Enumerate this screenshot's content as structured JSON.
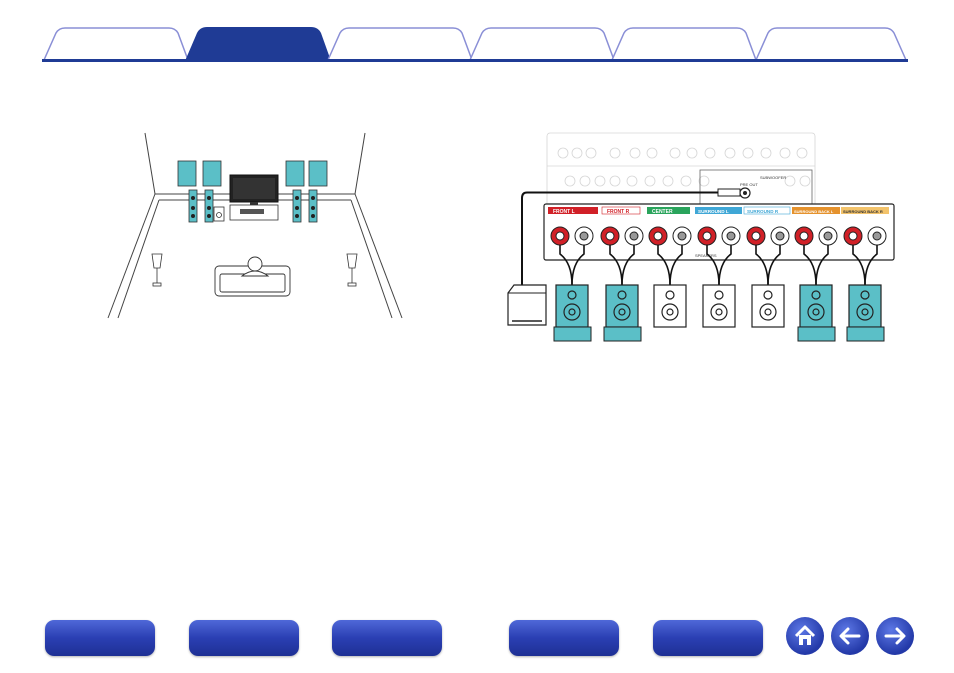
{
  "tabs": [
    {
      "label": "",
      "active": false
    },
    {
      "label": "",
      "active": true
    },
    {
      "label": "",
      "active": false
    },
    {
      "label": "",
      "active": false
    },
    {
      "label": "",
      "active": false
    },
    {
      "label": "",
      "active": false
    }
  ],
  "colors": {
    "nav_blue": "#1f3b95",
    "tab_inactive_border": "#8a8fd6",
    "speaker_teal": "#5bbfc7",
    "front_red": "#d12027",
    "center_green": "#2aa45c",
    "surround_blue": "#3fa7d6",
    "surround_back_orange": "#e5922d"
  },
  "amp_panel": {
    "labels": {
      "front_l": "FRONT L",
      "front_r": "FRONT R",
      "center": "CENTER",
      "surround_l": "SURROUND L",
      "surround_r": "SURROUND R",
      "surround_back_l": "SURROUND BACK L",
      "surround_back_r": "SURROUND BACK R",
      "speakers": "SPEAKERS",
      "pre_out": "PRE OUT",
      "subwoofer": "SUBWOOFER"
    }
  },
  "footer": {
    "buttons": [
      "",
      "",
      "",
      "",
      ""
    ],
    "home_icon": "home-icon",
    "back_icon": "arrow-left-icon",
    "forward_icon": "arrow-right-icon"
  }
}
